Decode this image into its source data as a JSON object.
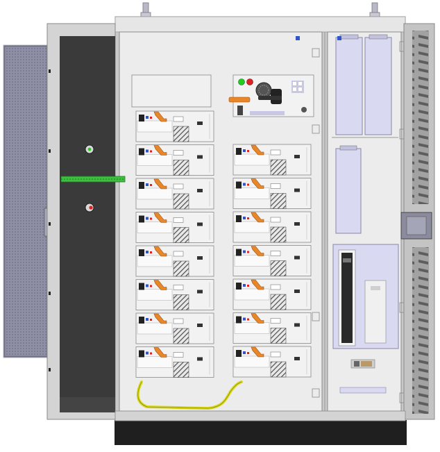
{
  "image": {
    "subject": "battery-energy-storage-cabinet-front-view",
    "open_doors": 2
  },
  "colors": {
    "background": "#ffffff",
    "cabinet_body": "#e8e8e8",
    "frame": "#c9c9c9",
    "door_dark": "#3a3a3a",
    "left_panel": "#8f90a6",
    "right_panel": "#a2a2a2",
    "module_face": "#f2f2f2",
    "handle_orange": "#e8862a",
    "vent_pattern": "#4d4d4d",
    "rail_green": "#3fbf3f",
    "cable_yellow": "#d8d81a",
    "lavender_unit": "#d9d9f2",
    "base_plinth": "#1f1f1f",
    "indicator_green": "#22cc22",
    "indicator_red": "#dd2222",
    "accent_blue": "#2f55c8"
  },
  "layout": {
    "left_column_modules": 8,
    "right_column_modules": 7,
    "right_side_units": 3
  }
}
